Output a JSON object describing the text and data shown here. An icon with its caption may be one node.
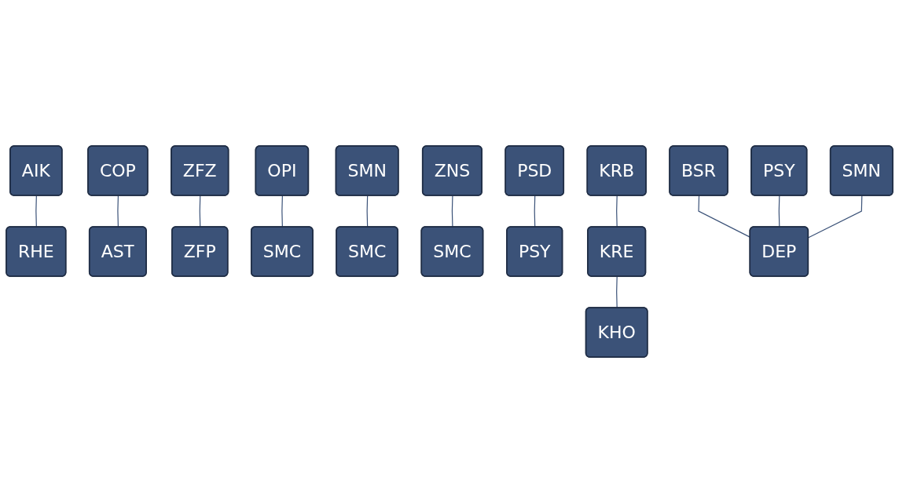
{
  "diagram": {
    "nodes": [
      {
        "text": [
          "AIK"
        ]
      },
      {
        "text": [
          "COP"
        ]
      },
      {
        "text": [
          "ZFZ"
        ]
      },
      {
        "text": [
          "OPI"
        ]
      },
      {
        "text": [
          "SMN"
        ]
      },
      {
        "text": [
          "ZNS"
        ]
      },
      {
        "text": [
          "PSD"
        ]
      },
      {
        "text": [
          "RHE"
        ]
      },
      {
        "text": [
          "AST"
        ]
      },
      {
        "text": [
          "ZFP"
        ]
      },
      {
        "text": [
          "SMC"
        ]
      },
      {
        "text": [
          "SMC"
        ]
      },
      {
        "text": [
          "SMC"
        ]
      },
      {
        "text": [
          "PSY"
        ]
      },
      {
        "text": [
          "KRB"
        ]
      },
      {
        "text": [
          "BSR"
        ]
      },
      {
        "text": [
          "PSY"
        ]
      },
      {
        "text": [
          "SMN"
        ]
      },
      {
        "text": [
          "KRE"
        ]
      },
      {
        "text": [
          "DEP"
        ]
      },
      {
        "text": [
          "KHO"
        ]
      }
    ],
    "edges": [
      {
        "from": 0,
        "to": 7,
        "arrow": "none"
      },
      {
        "from": 1,
        "to": 8,
        "arrow": "none"
      },
      {
        "from": 2,
        "to": 9,
        "arrow": "none"
      },
      {
        "from": 3,
        "to": 10,
        "arrow": "none"
      },
      {
        "from": 4,
        "to": 11,
        "arrow": "none"
      },
      {
        "from": 5,
        "to": 12,
        "arrow": "none"
      },
      {
        "from": 6,
        "to": 13,
        "arrow": "none"
      },
      {
        "from": 14,
        "to": 18,
        "arrow": "none"
      },
      {
        "from": 18,
        "to": 20,
        "arrow": "none"
      },
      {
        "from": 15,
        "to": 19,
        "arrow": "none"
      },
      {
        "from": 16,
        "to": 19,
        "arrow": "none"
      },
      {
        "from": 17,
        "to": 19,
        "arrow": "none"
      }
    ]
  }
}
